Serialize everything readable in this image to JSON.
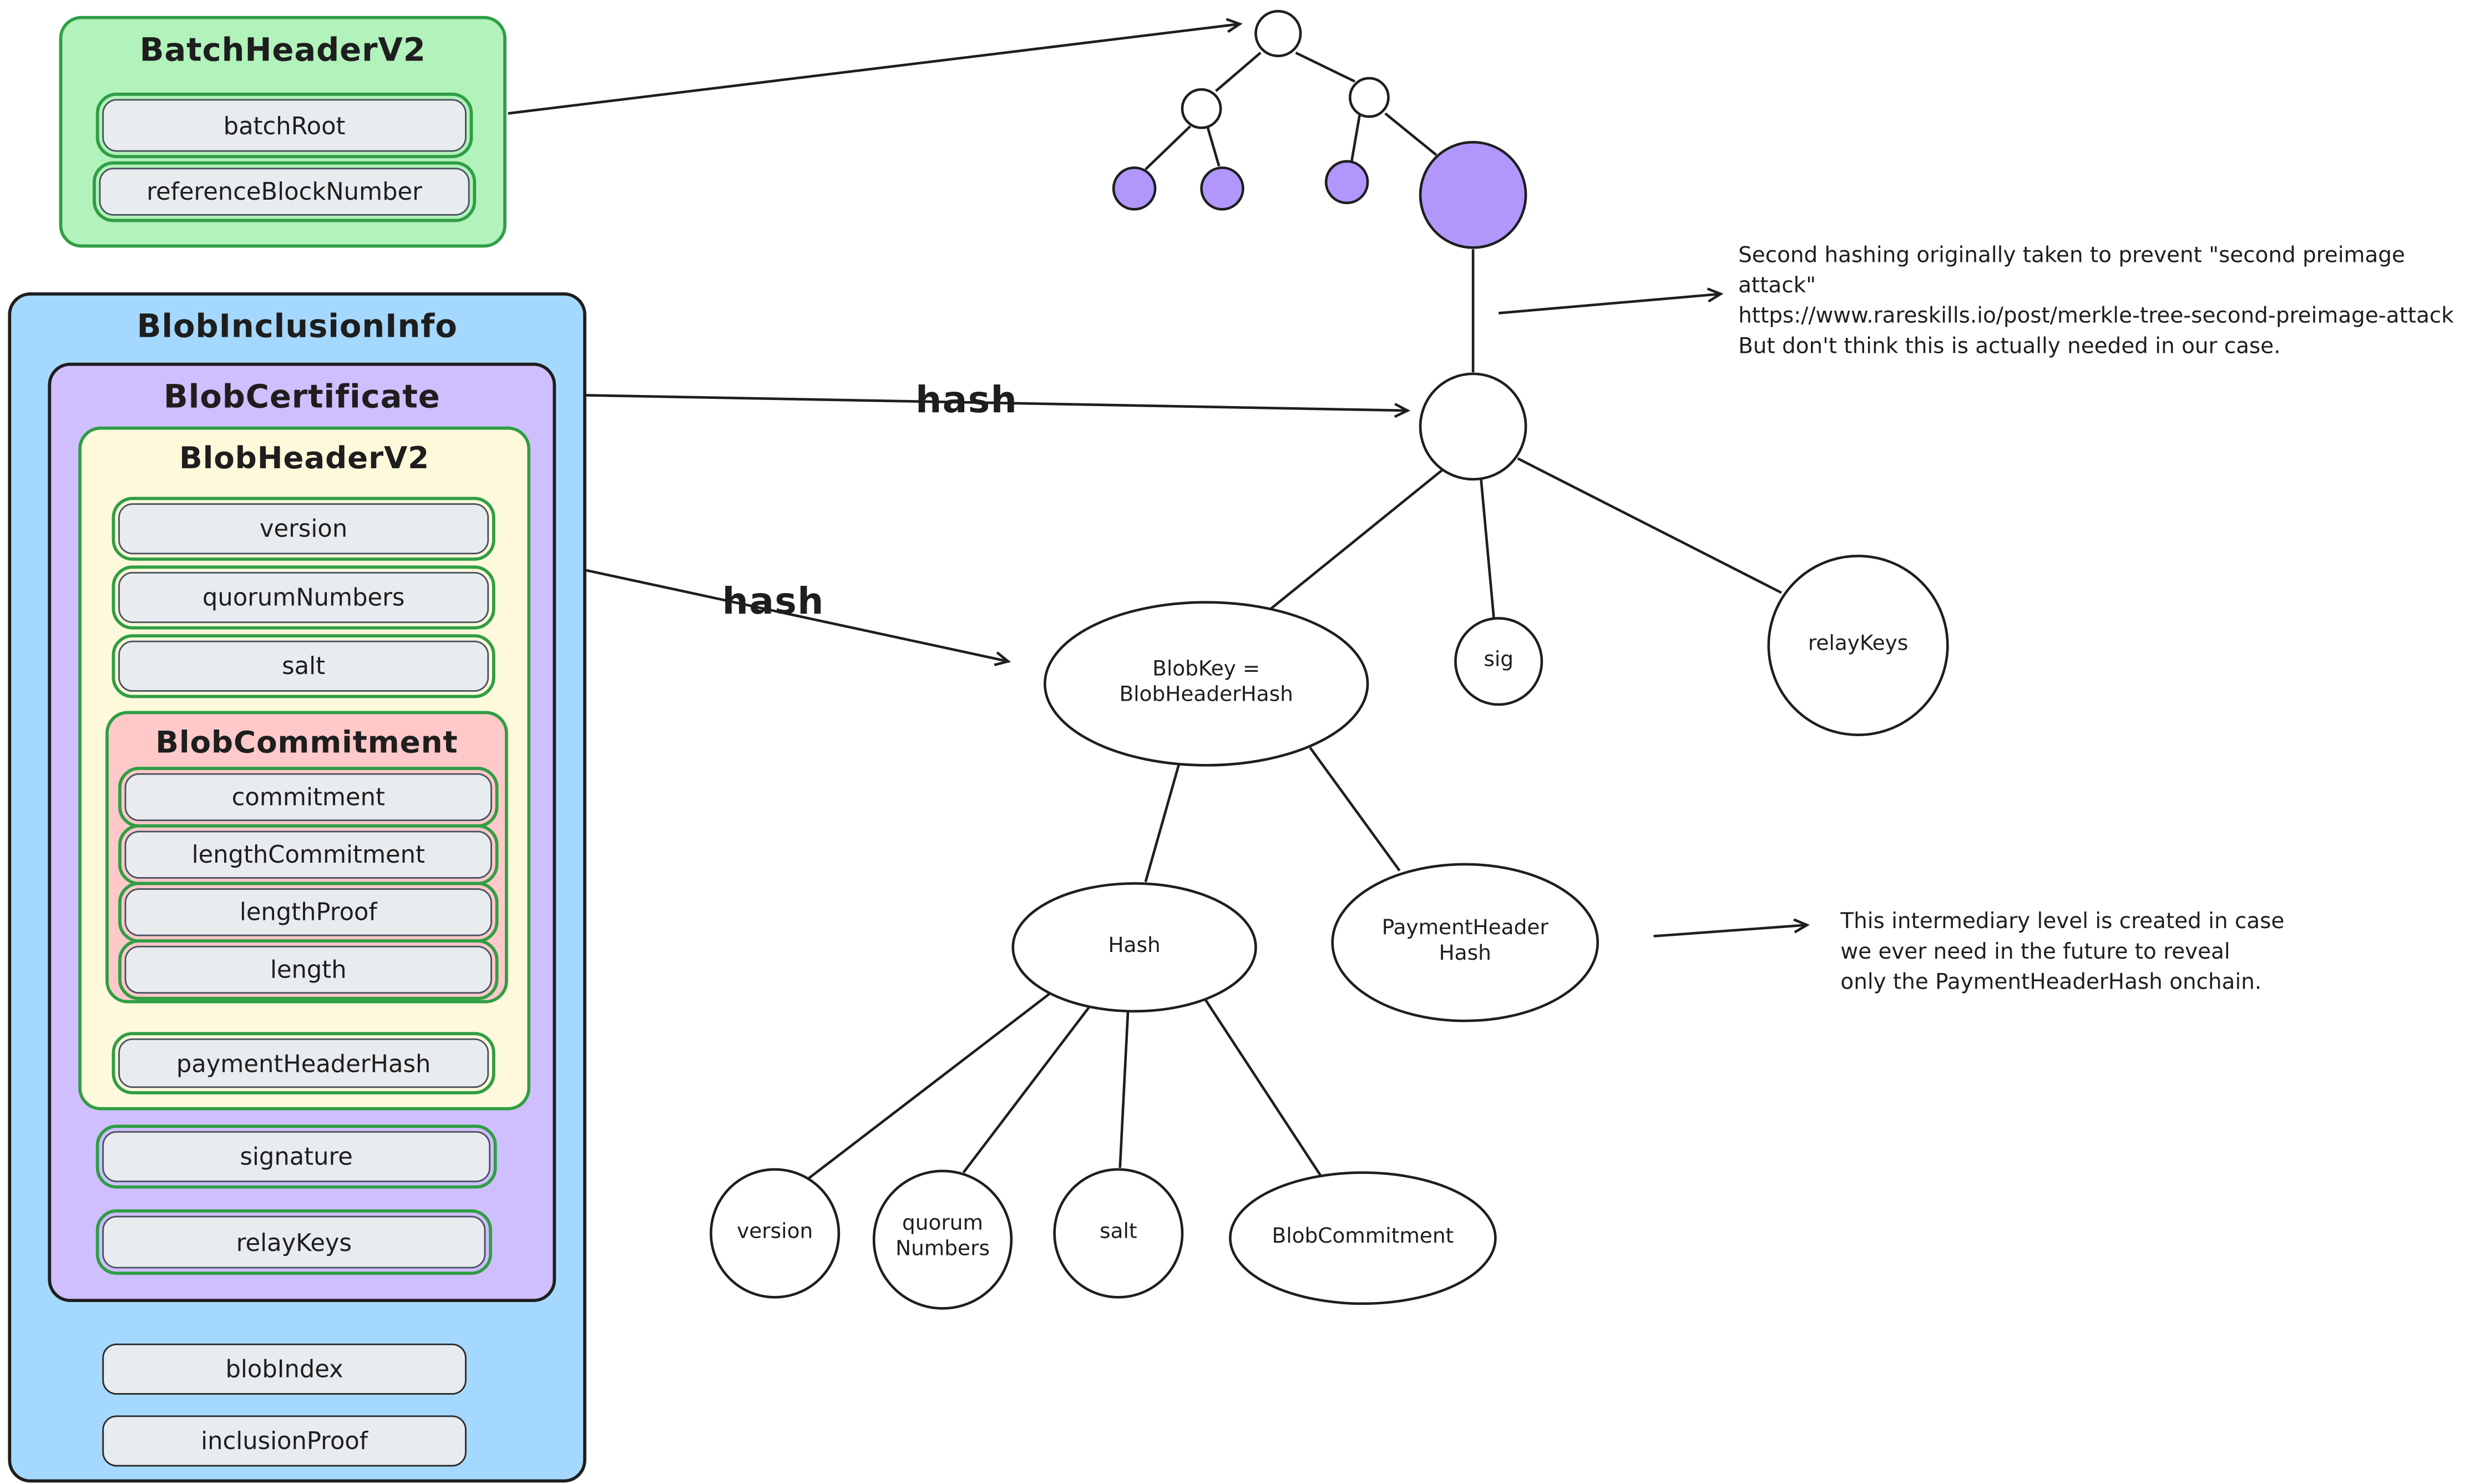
{
  "colors": {
    "green-fill": "#b2f2bb",
    "green-border": "#2f9e44",
    "blue-fill": "#a5d8ff",
    "purple-fill": "#d0bfff",
    "yellow-fill": "#fff9db",
    "pink-fill": "#ffc9c9",
    "field-fill": "#e9ecef",
    "tree-purple": "#b197fc",
    "dark-stroke": "#1e1e1e"
  },
  "panels": {
    "batch_header": {
      "title": "BatchHeaderV2",
      "fields": [
        "batchRoot",
        "referenceBlockNumber"
      ]
    },
    "blob_inclusion": {
      "title": "BlobInclusionInfo",
      "fields": [
        "blobIndex",
        "inclusionProof"
      ],
      "certificate": {
        "title": "BlobCertificate",
        "fields": [
          "signature",
          "relayKeys"
        ],
        "header": {
          "title": "BlobHeaderV2",
          "fields": [
            "version",
            "quorumNumbers",
            "salt"
          ],
          "payment_field": "paymentHeaderHash",
          "commitment": {
            "title": "BlobCommitment",
            "fields": [
              "commitment",
              "lengthCommitment",
              "lengthProof",
              "length"
            ]
          }
        }
      }
    }
  },
  "tree_nodes": {
    "blob_key": "BlobKey =\nBlobHeaderHash",
    "sig": "sig",
    "relay_keys": "relayKeys",
    "hash": "Hash",
    "payment_header_hash": "PaymentHeader\nHash",
    "version": "version",
    "quorum_numbers": "quorum\nNumbers",
    "salt": "salt",
    "blob_commitment": "BlobCommitment"
  },
  "edge_labels": {
    "hash_certificate": "hash",
    "hash_header": "hash"
  },
  "annotations": {
    "second_preimage": "Second hashing originally taken to prevent \"second preimage attack\"\nhttps://www.rareskills.io/post/merkle-tree-second-preimage-attack\nBut don't think this is actually needed in our case.",
    "intermediary": "This intermediary level is created in case\nwe ever need in the future to reveal\nonly the PaymentHeaderHash onchain."
  }
}
